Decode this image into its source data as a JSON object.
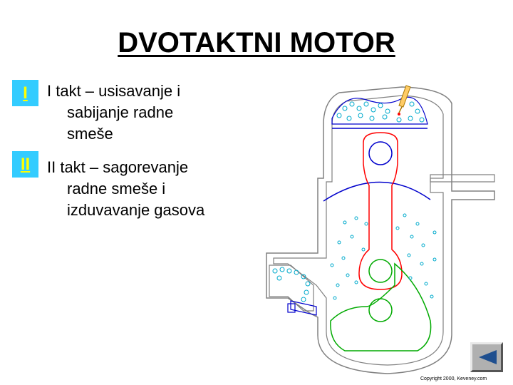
{
  "slide": {
    "title": "DVOTAKTNI MOTOR",
    "bullets": [
      {
        "label": "I",
        "first_line": "I takt – usisavanje i",
        "rest": [
          "sabijanje radne",
          "smeše"
        ]
      },
      {
        "label": "II",
        "first_line": "II takt – sagorevanje",
        "rest": [
          "radne smeše i",
          "izduvavanje gasova"
        ]
      }
    ],
    "copyright": "Copyright 2000, Keveney.com",
    "nav": {
      "icon": "triangle-left-icon"
    }
  },
  "colors": {
    "bullet_bg": "#33ccff",
    "bullet_text": "#ffff00",
    "engine_outline": "#808080",
    "rod": "#ff0000",
    "piston": "#0000cc",
    "crank": "#00aa00",
    "bubbles": "#00aacc"
  }
}
